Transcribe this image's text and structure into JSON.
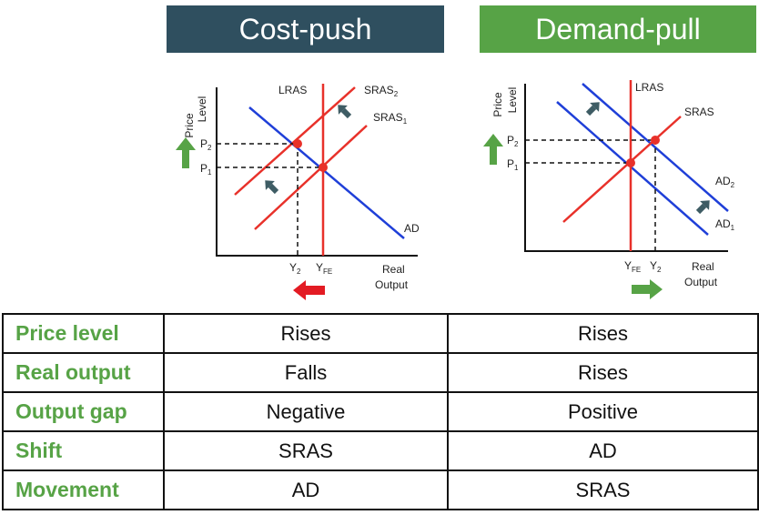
{
  "headers": {
    "left": "Cost-push",
    "right": "Demand-pull"
  },
  "left_diagram": {
    "y_axis": [
      "Price",
      "Level"
    ],
    "x_axis": [
      "Real",
      "Output"
    ],
    "curves": {
      "lras": "LRAS",
      "sras2": "SRAS",
      "sras2_sub": "2",
      "sras1": "SRAS",
      "sras1_sub": "1",
      "ad": "AD"
    },
    "prices": {
      "p2": "P",
      "p2_sub": "2",
      "p1": "P",
      "p1_sub": "1"
    },
    "outputs": {
      "y2": "Y",
      "y2_sub": "2",
      "yfe": "Y",
      "yfe_sub": "FE"
    },
    "arrow_colors": {
      "price": "#57a346",
      "output": "#e31b23"
    }
  },
  "right_diagram": {
    "y_axis": [
      "Price",
      "Level"
    ],
    "x_axis": [
      "Real",
      "Output"
    ],
    "curves": {
      "lras": "LRAS",
      "sras": "SRAS",
      "ad2": "AD",
      "ad2_sub": "2",
      "ad1": "AD",
      "ad1_sub": "1"
    },
    "prices": {
      "p2": "P",
      "p2_sub": "2",
      "p1": "P",
      "p1_sub": "1"
    },
    "outputs": {
      "yfe": "Y",
      "yfe_sub": "FE",
      "y2": "Y",
      "y2_sub": "2"
    },
    "arrow_colors": {
      "price": "#57a346",
      "output": "#57a346"
    }
  },
  "colors": {
    "ad_line": "#1f3fd8",
    "as_line": "#e8312a",
    "header_left": "#2f4f5f",
    "header_right": "#57a346",
    "row_label": "#57a346"
  },
  "table": {
    "rows": [
      {
        "label": "Price level",
        "cost_push": "Rises",
        "demand_pull": "Rises"
      },
      {
        "label": "Real output",
        "cost_push": "Falls",
        "demand_pull": "Rises"
      },
      {
        "label": "Output gap",
        "cost_push": "Negative",
        "demand_pull": "Positive"
      },
      {
        "label": "Shift",
        "cost_push": "SRAS",
        "demand_pull": "AD"
      },
      {
        "label": "Movement",
        "cost_push": "AD",
        "demand_pull": "SRAS"
      }
    ]
  }
}
